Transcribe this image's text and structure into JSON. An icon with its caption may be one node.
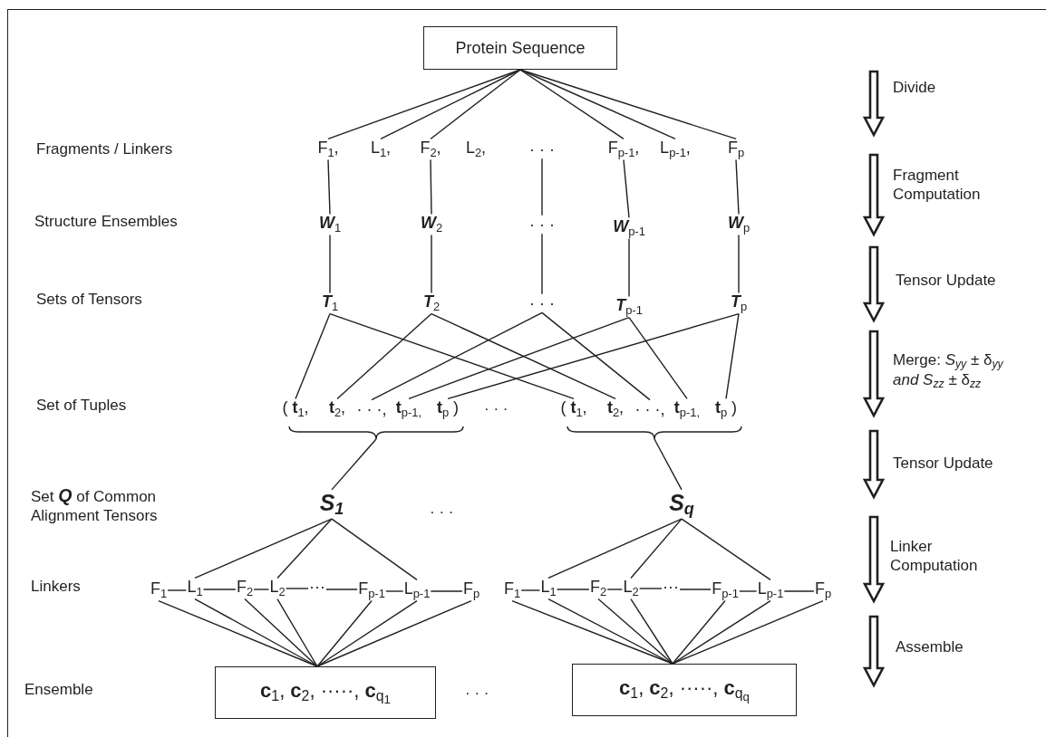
{
  "diagram": {
    "nodes": [
      {
        "text": [
          "Protein Sequence"
        ]
      },
      {
        "text": [
          "F$_{1}$,"
        ]
      },
      {
        "text": [
          "L$_{1}$,"
        ]
      },
      {
        "text": [
          "F$_{2}$,"
        ]
      },
      {
        "text": [
          "L$_{2}$,"
        ]
      },
      {
        "text": [
          "·   ·   ·"
        ]
      },
      {
        "text": [
          "F$_{p-1}$,"
        ]
      },
      {
        "text": [
          "L$_{p-1}$,"
        ]
      },
      {
        "text": [
          "F$_{p}$"
        ]
      },
      {
        "text": [
          "**W**$_{1}$"
        ]
      },
      {
        "text": [
          "**W**$_{2}$"
        ]
      },
      {
        "text": [
          "·   ·   ·"
        ]
      },
      {
        "text": [
          "**W**$_{p-1}$"
        ]
      },
      {
        "text": [
          "**W**$_{p}$"
        ]
      },
      {
        "text": [
          "**T**$_{1}$"
        ]
      },
      {
        "text": [
          "**T**$_{2}$"
        ]
      },
      {
        "text": [
          "·   ·   ·"
        ]
      },
      {
        "text": [
          "**T**$_{p-1}$"
        ]
      },
      {
        "text": [
          "**T**$_{p}$"
        ]
      },
      {
        "text": [
          "( **t**$_{1}$,"
        ]
      },
      {
        "text": [
          "**t**$_{2}$,"
        ]
      },
      {
        "text": [
          "· · ·,"
        ]
      },
      {
        "text": [
          "**t**$_{p-1,}$"
        ]
      },
      {
        "text": [
          "**t**$_{p}$ )"
        ]
      },
      {
        "text": [
          "( **t**$_{1}$,"
        ]
      },
      {
        "text": [
          "**t**$_{2}$,"
        ]
      },
      {
        "text": [
          "· · ·,"
        ]
      },
      {
        "text": [
          "**t**$_{p-1,}$"
        ]
      },
      {
        "text": [
          "**t**$_{p}$ )"
        ]
      },
      {
        "text": [],
        "shape": "brace"
      },
      {
        "text": [],
        "shape": "brace"
      },
      {
        "text": [
          "S$_{1}$"
        ]
      },
      {
        "text": [
          "S$_{q}$"
        ]
      },
      {
        "text": [
          "F$_{1}$"
        ]
      },
      {
        "text": [
          "L$_{1}$"
        ]
      },
      {
        "text": [
          "F$_{2}$"
        ]
      },
      {
        "text": [
          "L$_{2}$"
        ]
      },
      {
        "text": [
          "···"
        ]
      },
      {
        "text": [
          "F$_{p-1}$"
        ]
      },
      {
        "text": [
          "L$_{p-1}$"
        ]
      },
      {
        "text": [
          "F$_{p}$"
        ]
      },
      {
        "text": [
          "F$_{1}$"
        ]
      },
      {
        "text": [
          "L$_{1}$"
        ]
      },
      {
        "text": [
          "F$_{2}$"
        ]
      },
      {
        "text": [
          "L$_{2}$"
        ]
      },
      {
        "text": [
          "···"
        ]
      },
      {
        "text": [
          "F$_{p-1}$"
        ]
      },
      {
        "text": [
          "L$_{p-1}$"
        ]
      },
      {
        "text": [
          "F$_{p}$"
        ]
      },
      {
        "text": [
          "**c**$_{1}$,  **c**$_{2}$,  ·····,  **c**$_{q}$$_{1}$"
        ]
      },
      {
        "text": [
          "**c**$_{1}$,  **c**$_{2}$,  ·····,  **c**$_{q}$$_{q}$"
        ]
      }
    ],
    "edges": [
      {
        "from": 0,
        "to": 1,
        "arrow": "none"
      },
      {
        "from": 0,
        "to": 2,
        "arrow": "none"
      },
      {
        "from": 0,
        "to": 3,
        "arrow": "none"
      },
      {
        "from": 0,
        "to": 6,
        "arrow": "none"
      },
      {
        "from": 0,
        "to": 7,
        "arrow": "none"
      },
      {
        "from": 0,
        "to": 8,
        "arrow": "none"
      },
      {
        "from": 1,
        "to": 9,
        "arrow": "none"
      },
      {
        "from": 3,
        "to": 10,
        "arrow": "none"
      },
      {
        "from": 5,
        "to": 11,
        "arrow": "none"
      },
      {
        "from": 6,
        "to": 12,
        "arrow": "none"
      },
      {
        "from": 8,
        "to": 13,
        "arrow": "none"
      },
      {
        "from": 9,
        "to": 14,
        "arrow": "none"
      },
      {
        "from": 10,
        "to": 15,
        "arrow": "none"
      },
      {
        "from": 11,
        "to": 16,
        "arrow": "none"
      },
      {
        "from": 12,
        "to": 17,
        "arrow": "none"
      },
      {
        "from": 13,
        "to": 18,
        "arrow": "none"
      },
      {
        "from": 14,
        "to": 19,
        "arrow": "none"
      },
      {
        "from": 14,
        "to": 24,
        "arrow": "none"
      },
      {
        "from": 15,
        "to": 20,
        "arrow": "none"
      },
      {
        "from": 15,
        "to": 25,
        "arrow": "none"
      },
      {
        "from": 16,
        "to": 21,
        "arrow": "none"
      },
      {
        "from": 16,
        "to": 26,
        "arrow": "none"
      },
      {
        "from": 17,
        "to": 22,
        "arrow": "none"
      },
      {
        "from": 17,
        "to": 27,
        "arrow": "none"
      },
      {
        "from": 18,
        "to": 23,
        "arrow": "none"
      },
      {
        "from": 18,
        "to": 28,
        "arrow": "none"
      },
      {
        "from": 29,
        "to": 31,
        "arrow": "none"
      },
      {
        "from": 30,
        "to": 32,
        "arrow": "none"
      },
      {
        "from": 31,
        "to": 34,
        "arrow": "none"
      },
      {
        "from": 31,
        "to": 36,
        "arrow": "none"
      },
      {
        "from": 31,
        "to": 39,
        "arrow": "none"
      },
      {
        "from": 32,
        "to": 42,
        "arrow": "none"
      },
      {
        "from": 32,
        "to": 44,
        "arrow": "none"
      },
      {
        "from": 32,
        "to": 47,
        "arrow": "none"
      },
      {
        "from": 33,
        "to": 34,
        "arrow": "none"
      },
      {
        "from": 34,
        "to": 35,
        "arrow": "none"
      },
      {
        "from": 35,
        "to": 36,
        "arrow": "none"
      },
      {
        "from": 36,
        "to": 37,
        "arrow": "none"
      },
      {
        "from": 37,
        "to": 38,
        "arrow": "none"
      },
      {
        "from": 38,
        "to": 39,
        "arrow": "none"
      },
      {
        "from": 39,
        "to": 40,
        "arrow": "none"
      },
      {
        "from": 41,
        "to": 42,
        "arrow": "none"
      },
      {
        "from": 42,
        "to": 43,
        "arrow": "none"
      },
      {
        "from": 43,
        "to": 44,
        "arrow": "none"
      },
      {
        "from": 44,
        "to": 45,
        "arrow": "none"
      },
      {
        "from": 45,
        "to": 46,
        "arrow": "none"
      },
      {
        "from": 46,
        "to": 47,
        "arrow": "none"
      },
      {
        "from": 47,
        "to": 48,
        "arrow": "none"
      },
      {
        "from": 33,
        "to": 49,
        "arrow": "none"
      },
      {
        "from": 34,
        "to": 49,
        "arrow": "none"
      },
      {
        "from": 35,
        "to": 49,
        "arrow": "none"
      },
      {
        "from": 36,
        "to": 49,
        "arrow": "none"
      },
      {
        "from": 38,
        "to": 49,
        "arrow": "none"
      },
      {
        "from": 39,
        "to": 49,
        "arrow": "none"
      },
      {
        "from": 40,
        "to": 49,
        "arrow": "none"
      },
      {
        "from": 41,
        "to": 50,
        "arrow": "none"
      },
      {
        "from": 42,
        "to": 50,
        "arrow": "none"
      },
      {
        "from": 43,
        "to": 50,
        "arrow": "none"
      },
      {
        "from": 44,
        "to": 50,
        "arrow": "none"
      },
      {
        "from": 46,
        "to": 50,
        "arrow": "none"
      },
      {
        "from": 47,
        "to": 50,
        "arrow": "none"
      },
      {
        "from": 48,
        "to": 50,
        "arrow": "none"
      }
    ],
    "labels": [
      "Fragments / Linkers",
      "Structure Ensembles",
      "Sets of Tensors",
      "Set of Tuples",
      "Set **Q** of Common Alignment Tensors",
      "Linkers",
      "Ensemble",
      "·   ·   ·",
      "·   ·   ·",
      "·   ·   ·",
      "Divide",
      "Fragment Computation",
      "Tensor Update",
      "Merge: *S*$_{yy}$ ± δ$_{yy}$ *and* *S*$_{zz}$ ± δ$_{zz}$",
      "Tensor Update",
      "Linker Computation",
      "Assemble"
    ]
  }
}
